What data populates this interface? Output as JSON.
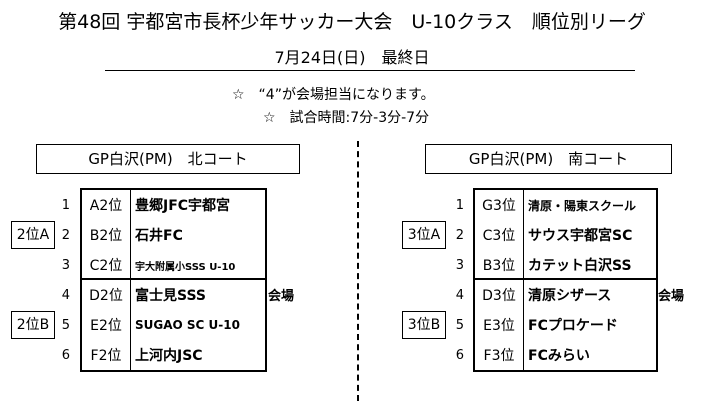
{
  "header": {
    "title": "第48回 宇都宮市長杯少年サッカー大会　U-10クラス　順位別リーグ",
    "date": "7月24日(日)　最終日"
  },
  "notes": [
    "☆　“4”が会場担当になります。",
    "☆　試合時間:7分-3分-7分"
  ],
  "courts": [
    {
      "label": "GP白沢(PM)　北コート",
      "groups": [
        "2位A",
        "2位B"
      ],
      "venue_label": "会場",
      "rows": [
        {
          "no": "1",
          "rank": "A2位",
          "team": "豊郷JFC宇都宮"
        },
        {
          "no": "2",
          "rank": "B2位",
          "team": "石井FC"
        },
        {
          "no": "3",
          "rank": "C2位",
          "team": "宇大附属小SSS U-10"
        },
        {
          "no": "4",
          "rank": "D2位",
          "team": "富士見SSS"
        },
        {
          "no": "5",
          "rank": "E2位",
          "team": "SUGAO SC U-10"
        },
        {
          "no": "6",
          "rank": "F2位",
          "team": "上河内JSC"
        }
      ]
    },
    {
      "label": "GP白沢(PM)　南コート",
      "groups": [
        "3位A",
        "3位B"
      ],
      "venue_label": "会場",
      "rows": [
        {
          "no": "1",
          "rank": "G3位",
          "team": "清原・陽東スクール"
        },
        {
          "no": "2",
          "rank": "C3位",
          "team": "サウス宇都宮SC"
        },
        {
          "no": "3",
          "rank": "B3位",
          "team": "カテット白沢SS"
        },
        {
          "no": "4",
          "rank": "D3位",
          "team": "清原シザース"
        },
        {
          "no": "5",
          "rank": "E3位",
          "team": "FCプロケード"
        },
        {
          "no": "6",
          "rank": "F3位",
          "team": "FCみらい"
        }
      ]
    }
  ]
}
